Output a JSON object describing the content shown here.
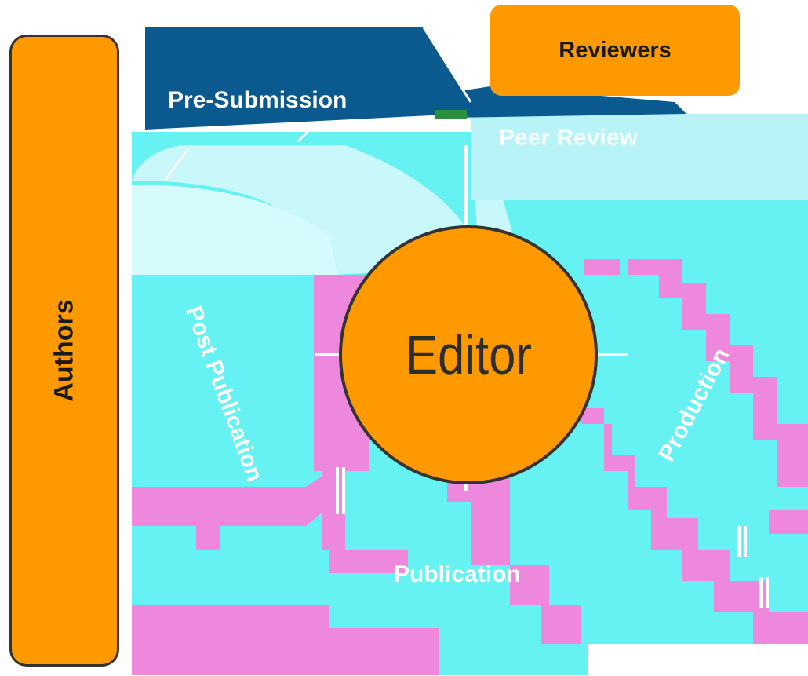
{
  "roles": {
    "authors": "Authors",
    "reviewers": "Reviewers",
    "editor": "Editor"
  },
  "stages": {
    "pre_submission": "Pre-Submission",
    "peer_review": "Peer Review",
    "production": "Production",
    "publication": "Publication",
    "post_publication": "Post Publication"
  },
  "colors": {
    "role_fill": "#ff9900",
    "role_border": "#333333",
    "cyan": "#66f2f2",
    "light_cyan": "#c8f8fa",
    "magenta": "#ee88dd",
    "navy": "#0b5a8f",
    "label_text": "#ffffff"
  }
}
